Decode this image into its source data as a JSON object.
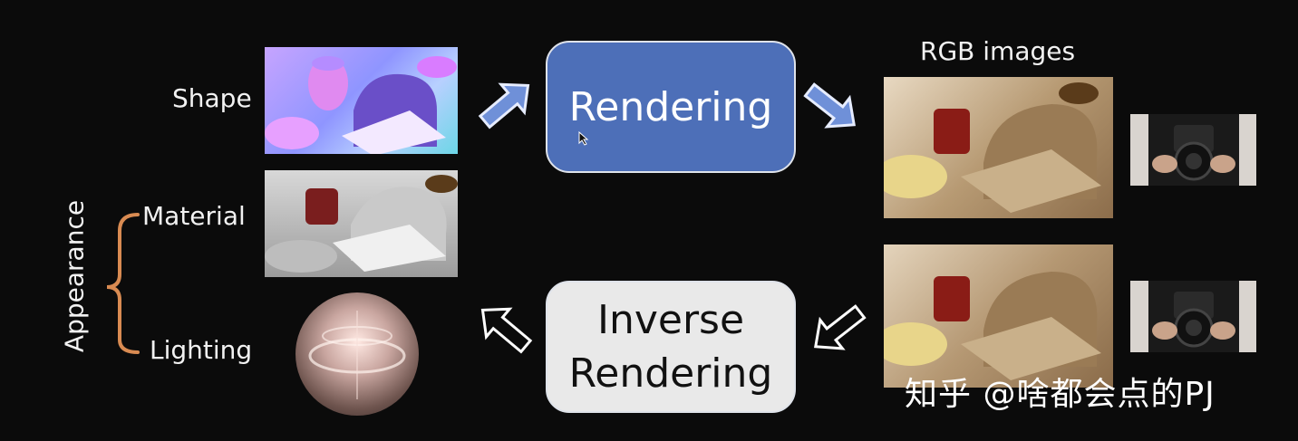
{
  "labels": {
    "shape": "Shape",
    "material": "Material",
    "lighting": "Lighting",
    "appearance": "Appearance",
    "rgb_images": "RGB images"
  },
  "boxes": {
    "rendering": "Rendering",
    "inverse_line1": "Inverse",
    "inverse_line2": "Rendering"
  },
  "watermark": "知乎 @啥都会点的PJ",
  "colors": {
    "background": "#0b0b0b",
    "rendering_box": "#4d6fb8",
    "inverse_box": "#e9e9e9",
    "bracket": "#d98b52",
    "arrow_fill": "#6f90d8"
  }
}
